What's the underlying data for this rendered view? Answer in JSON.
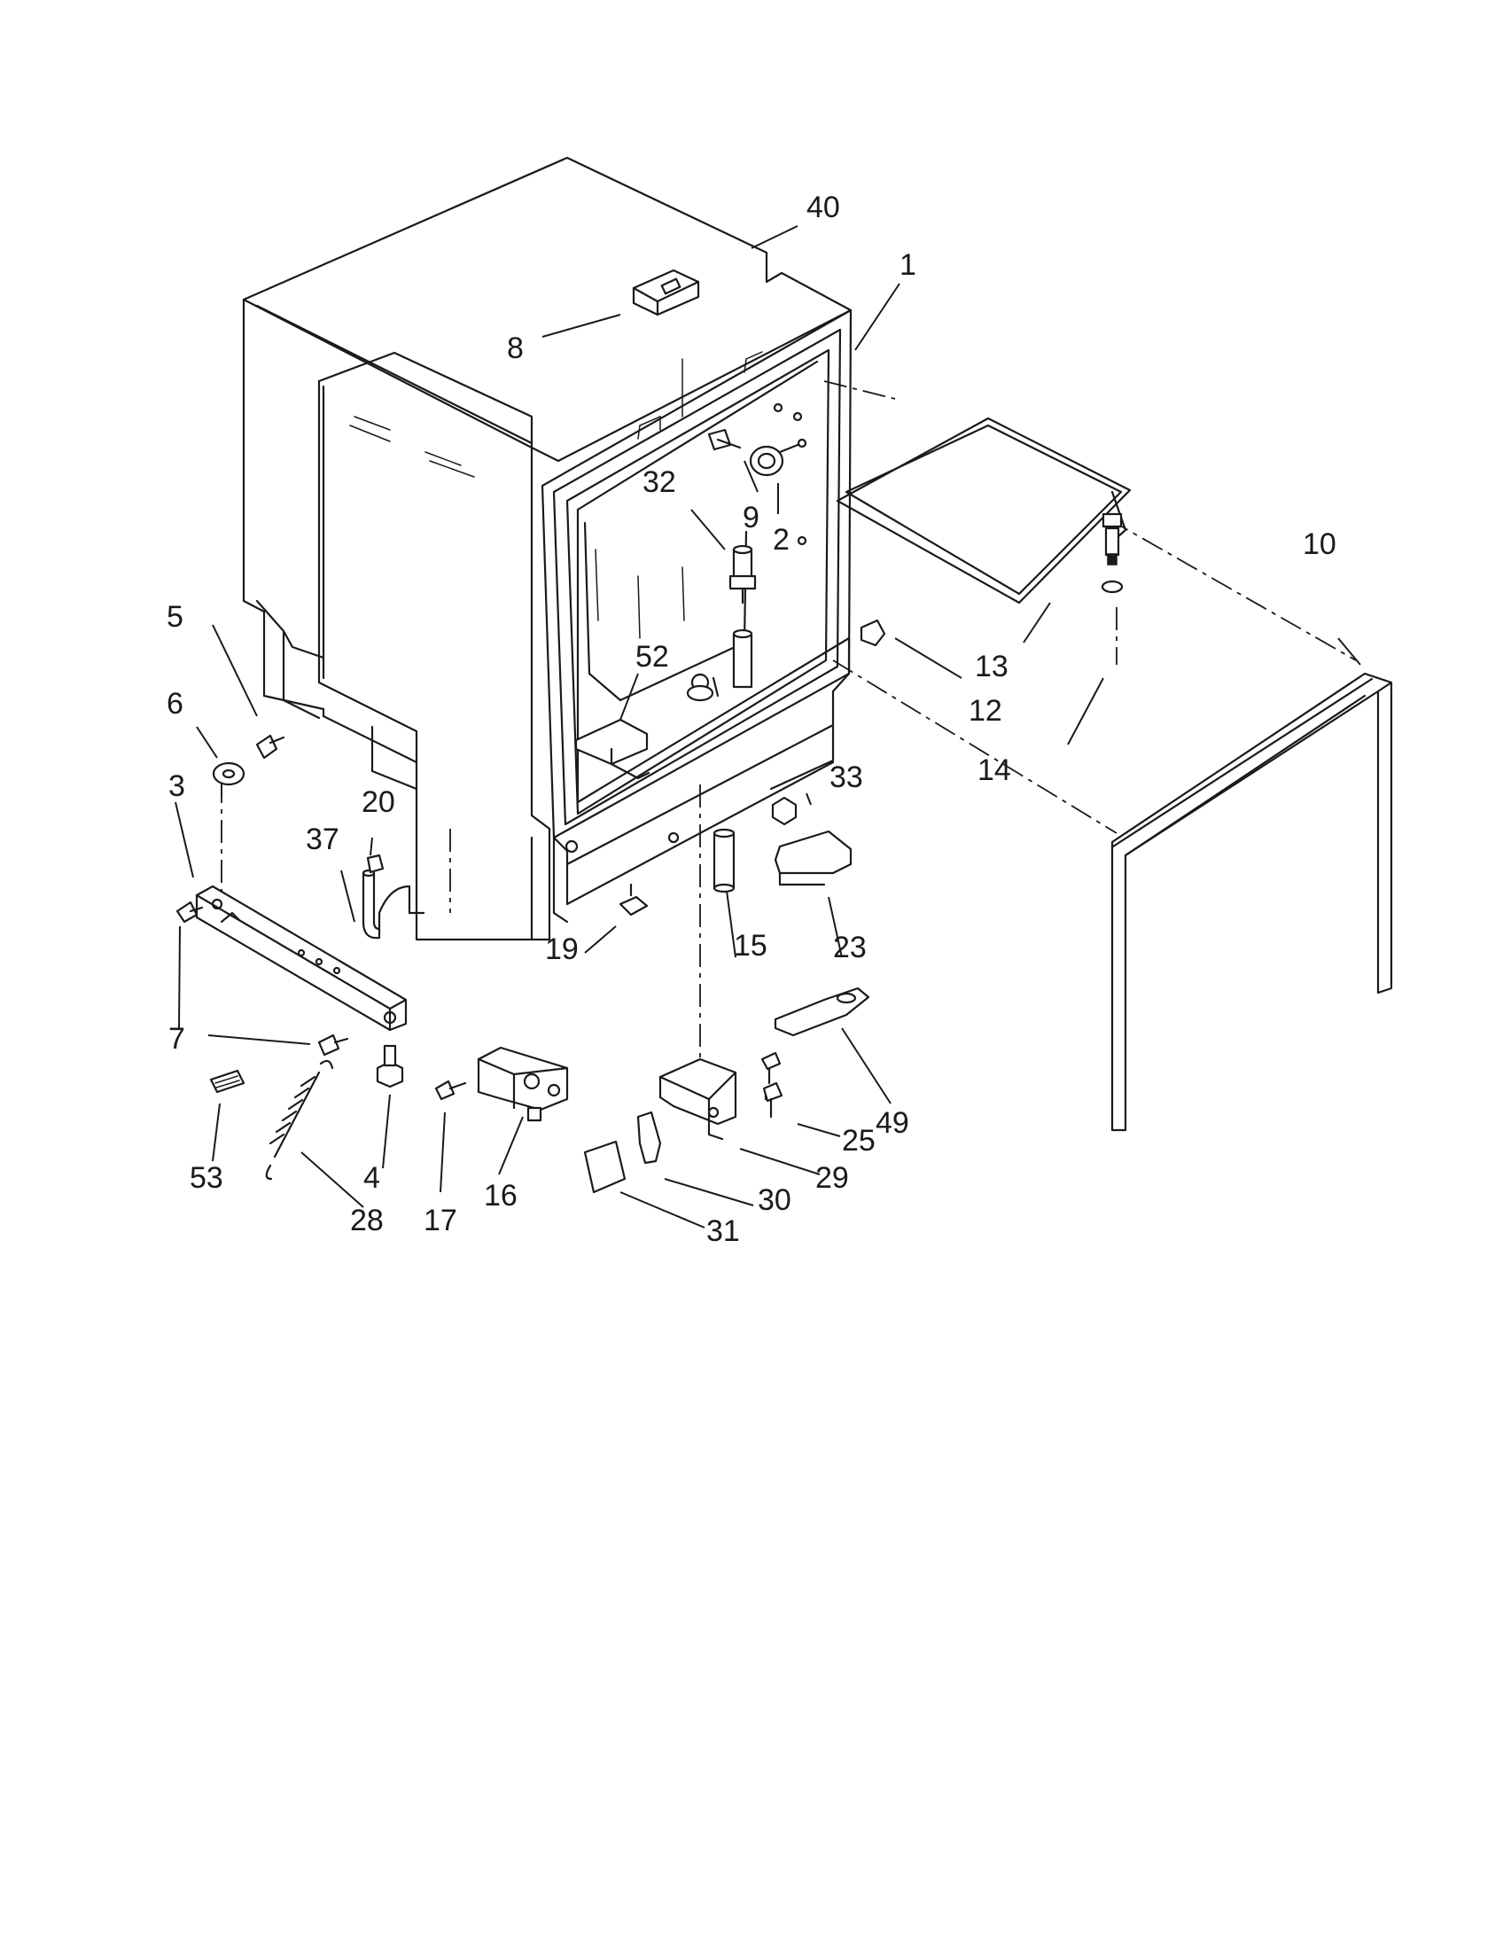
{
  "diagram": {
    "callouts": [
      {
        "id": "c40",
        "text": "40"
      },
      {
        "id": "c1",
        "text": "1"
      },
      {
        "id": "c8",
        "text": "8"
      },
      {
        "id": "c9",
        "text": "9"
      },
      {
        "id": "c2",
        "text": "2"
      },
      {
        "id": "c32",
        "text": "32"
      },
      {
        "id": "c10",
        "text": "10"
      },
      {
        "id": "c13",
        "text": "13"
      },
      {
        "id": "c12",
        "text": "12"
      },
      {
        "id": "c14",
        "text": "14"
      },
      {
        "id": "c5",
        "text": "5"
      },
      {
        "id": "c6",
        "text": "6"
      },
      {
        "id": "c3",
        "text": "3"
      },
      {
        "id": "c52",
        "text": "52"
      },
      {
        "id": "c33",
        "text": "33"
      },
      {
        "id": "c20",
        "text": "20"
      },
      {
        "id": "c37",
        "text": "37"
      },
      {
        "id": "c15",
        "text": "15"
      },
      {
        "id": "c23",
        "text": "23"
      },
      {
        "id": "c19",
        "text": "19"
      },
      {
        "id": "c7",
        "text": "7"
      },
      {
        "id": "c49",
        "text": "49"
      },
      {
        "id": "c25",
        "text": "25"
      },
      {
        "id": "c29",
        "text": "29"
      },
      {
        "id": "c53",
        "text": "53"
      },
      {
        "id": "c4",
        "text": "4"
      },
      {
        "id": "c28",
        "text": "28"
      },
      {
        "id": "c17",
        "text": "17"
      },
      {
        "id": "c16",
        "text": "16"
      },
      {
        "id": "c30",
        "text": "30"
      },
      {
        "id": "c31",
        "text": "31"
      }
    ]
  }
}
